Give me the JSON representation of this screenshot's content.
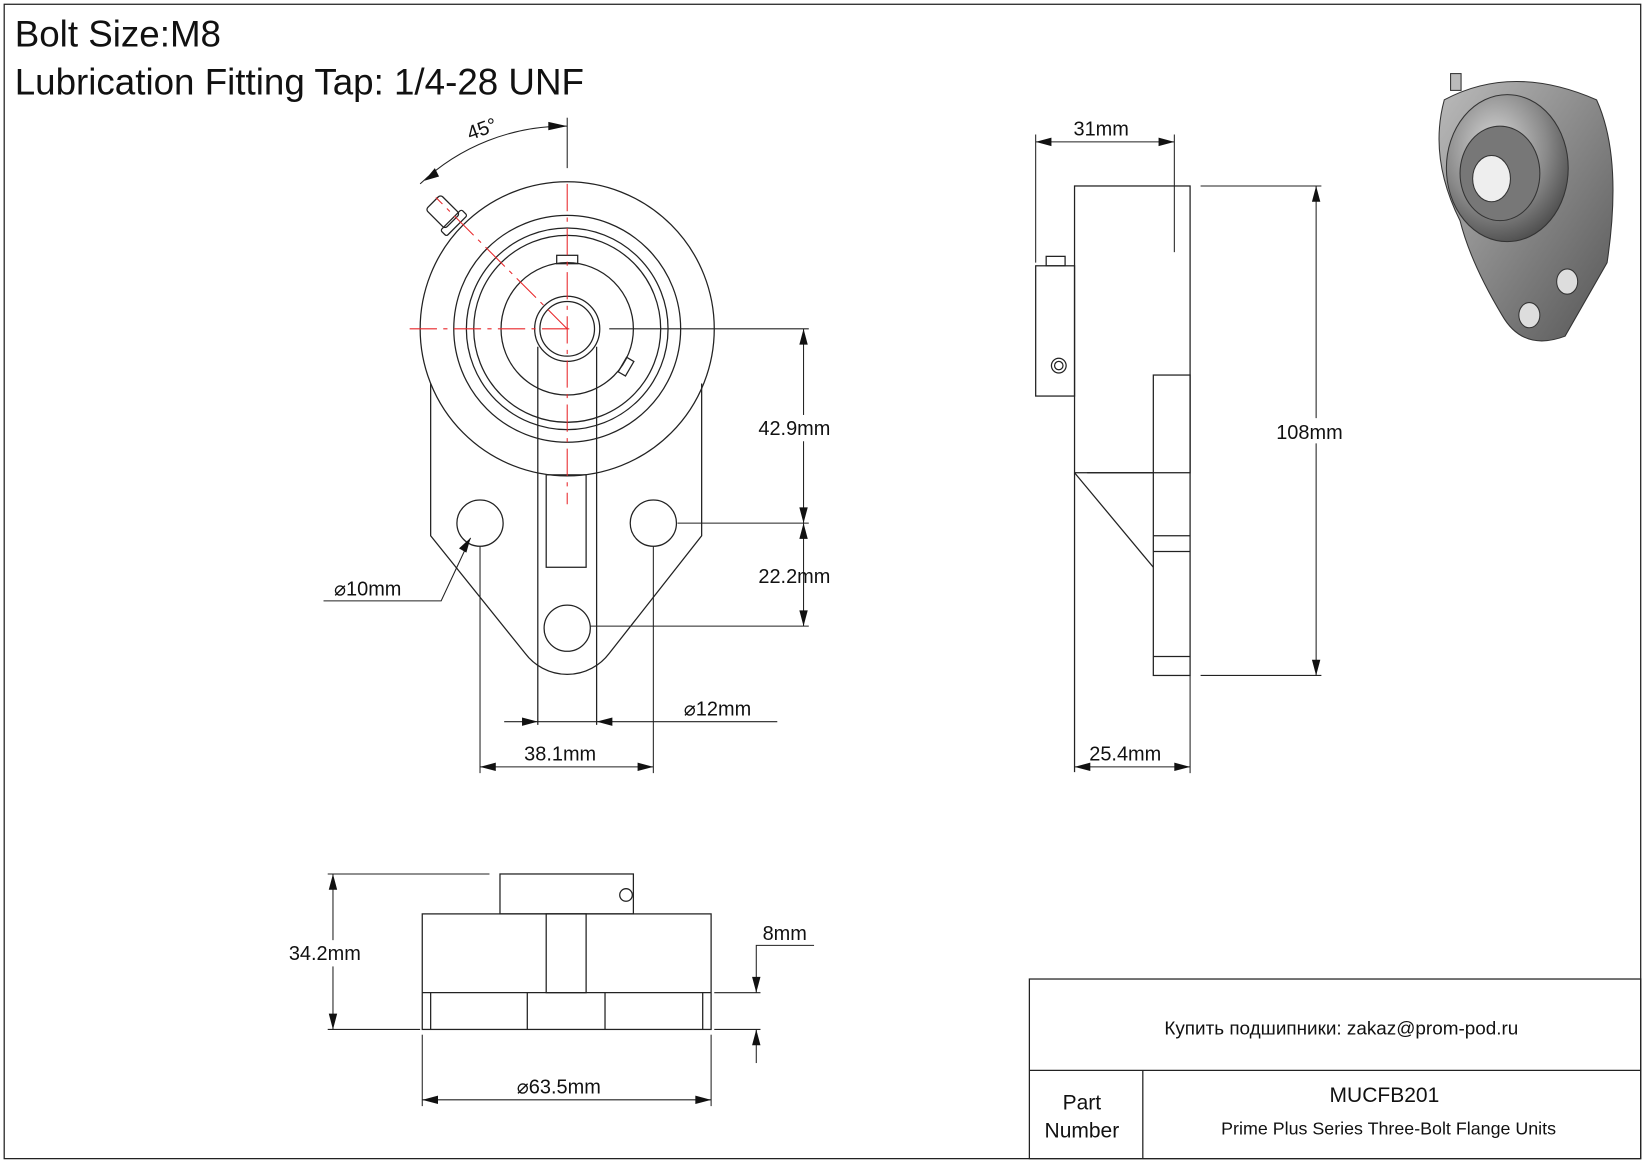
{
  "header": {
    "bolt_size": "Bolt Size:M8",
    "lubrication": "Lubrication Fitting Tap: 1/4-28 UNF"
  },
  "front_view": {
    "angle": "45°",
    "dim_height_center_to_holes": "42.9mm",
    "dim_holes_to_bottom": "22.2mm",
    "dim_hole_dia": "⌀10mm",
    "dim_bore_dia": "⌀12mm",
    "dim_hole_spacing": "38.1mm"
  },
  "side_view": {
    "dim_total_width": "31mm",
    "dim_height": "108mm",
    "dim_housing_width": "25.4mm"
  },
  "bottom_view": {
    "dim_height": "34.2mm",
    "dim_flange_thickness": "8mm",
    "dim_diameter": "⌀63.5mm"
  },
  "title_block": {
    "buy_text": "Купить подшипники: zakaz@prom-pod.ru",
    "part_label_1": "Part",
    "part_label_2": "Number",
    "part_number": "MUCFB201",
    "description": "Prime Plus Series Three-Bolt Flange Units"
  }
}
